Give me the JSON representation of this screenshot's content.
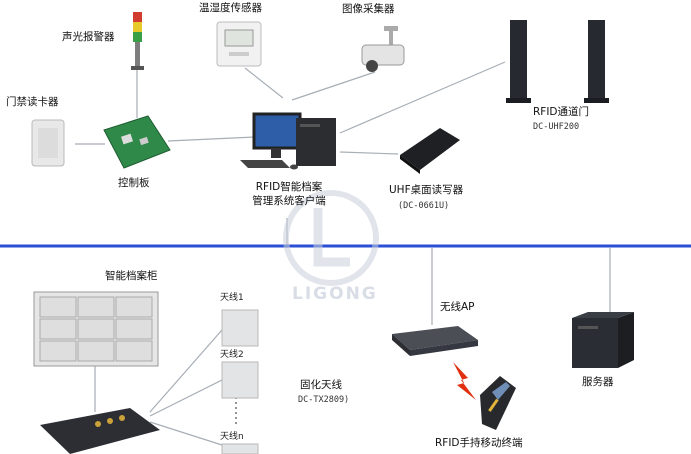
{
  "top": {
    "alarm": {
      "label": "声光报警器"
    },
    "temp_sensor": {
      "label": "温湿度传感器"
    },
    "camera": {
      "label": "图像采集器"
    },
    "rfid_gate": {
      "label": "RFID通道门",
      "model": "DC-UHF200"
    },
    "door_reader": {
      "label": "门禁读卡器"
    },
    "control_board": {
      "label": "控制板"
    },
    "client_pc": {
      "label_line1": "RFID智能档案",
      "label_line2": "管理系统客户端"
    },
    "desktop_reader": {
      "label": "UHF桌面读写器",
      "model": "(DC-0661U)"
    }
  },
  "watermark": "LIGONG",
  "bottom": {
    "cabinet": {
      "label": "智能档案柜"
    },
    "antennas": {
      "items": [
        {
          "label": "天线1"
        },
        {
          "label": "天线2"
        },
        {
          "label": "天线n"
        }
      ],
      "group_label": "固化天线",
      "group_model": "DC-TX2809)"
    },
    "ap": {
      "label": "无线AP"
    },
    "handheld": {
      "label": "RFID手持移动终端"
    },
    "server": {
      "label": "服务器"
    }
  },
  "colors": {
    "network_bus": "#2a4fd6",
    "connector": "#9aa3ad",
    "wireless_bolt": "#e03010"
  }
}
